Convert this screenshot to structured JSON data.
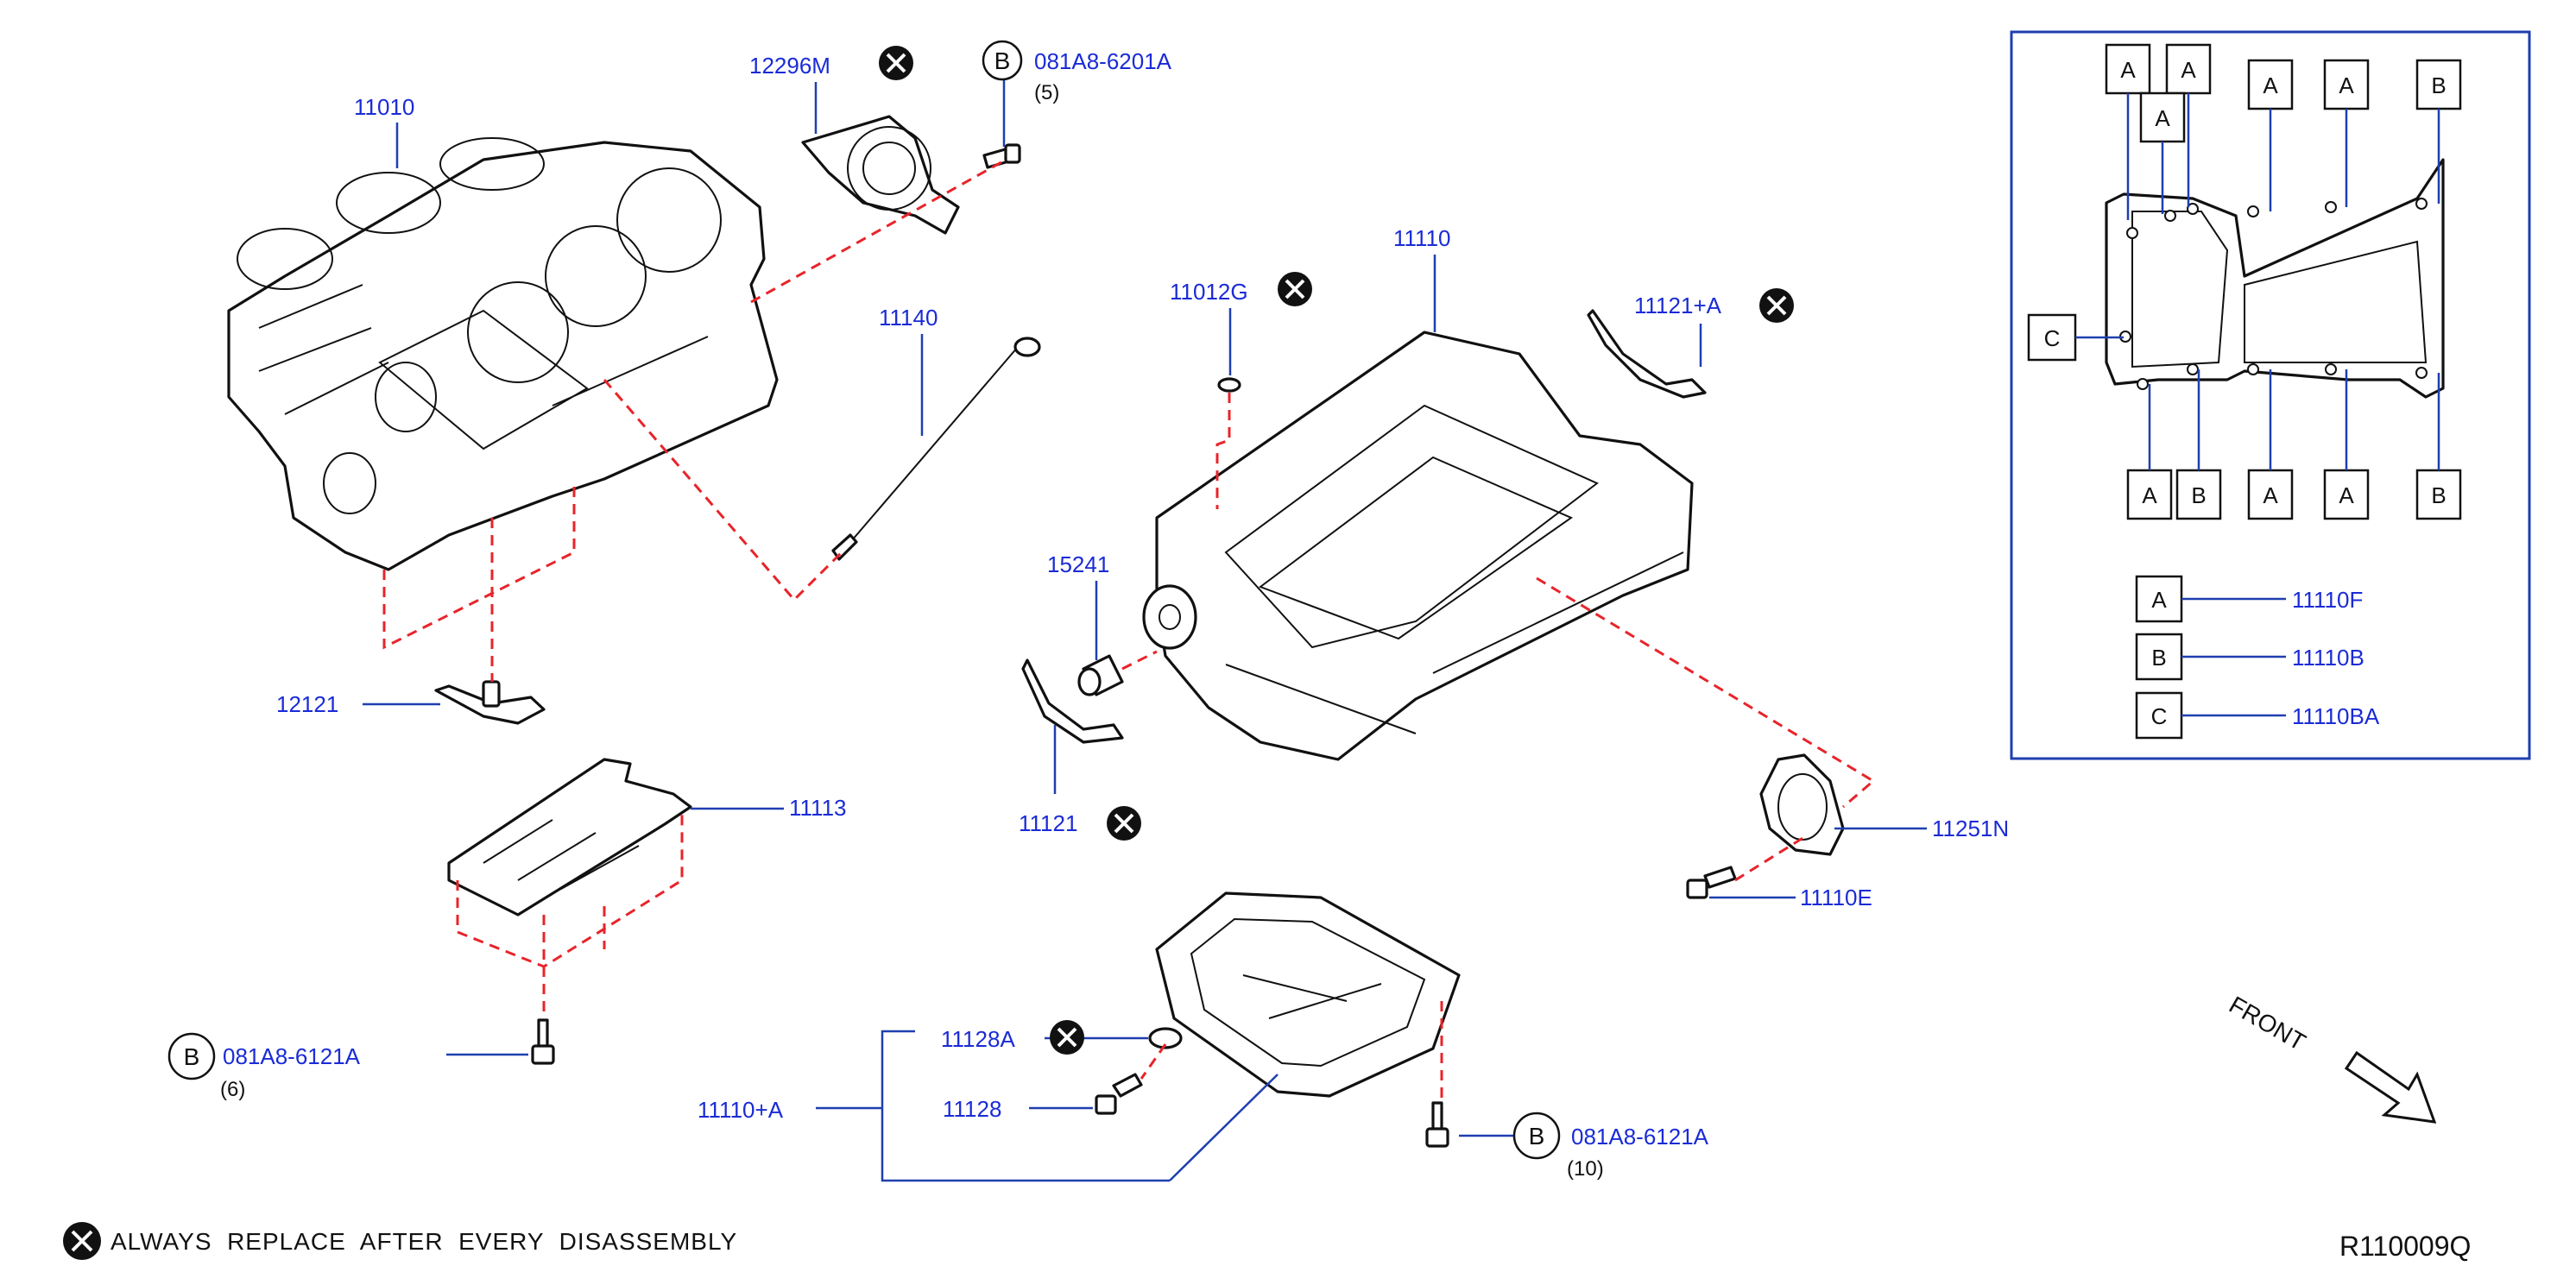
{
  "parts": {
    "p11010": "11010",
    "p12296M": "12296M",
    "p081A8_6201A": "081A8-6201A",
    "q081A8_6201A": "(5)",
    "p11140": "11140",
    "p11012G": "11012G",
    "p11110": "11110",
    "p11121A": "11121+A",
    "p15241": "15241",
    "p12121": "12121",
    "p11113": "11113",
    "p11121": "11121",
    "p11251N": "11251N",
    "p11110E": "11110E",
    "p081A8_6121A_left": "081A8-6121A",
    "q081A8_6121A_left": "(6)",
    "p11128A": "11128A",
    "p11110A": "11110+A",
    "p11128": "11128",
    "p081A8_6121A_right": "081A8-6121A",
    "q081A8_6121A_right": "(10)"
  },
  "callouts": {
    "b": "B"
  },
  "inset": {
    "letters": [
      "A",
      "A",
      "A",
      "A",
      "A",
      "B",
      "C",
      "A",
      "B",
      "A",
      "A",
      "B"
    ],
    "legend": [
      {
        "key": "A",
        "part": "11110F"
      },
      {
        "key": "B",
        "part": "11110B"
      },
      {
        "key": "C",
        "part": "11110BA"
      }
    ]
  },
  "front_label": "FRONT",
  "footer_note": "ALWAYS  REPLACE  AFTER  EVERY  DISASSEMBLY",
  "diagram_code": "R110009Q",
  "colors": {
    "part_number": "#1a2bd6",
    "leader_line": "#1f3fb0",
    "dashed_line": "#e8242a",
    "inset_border": "#1f3fb0"
  }
}
